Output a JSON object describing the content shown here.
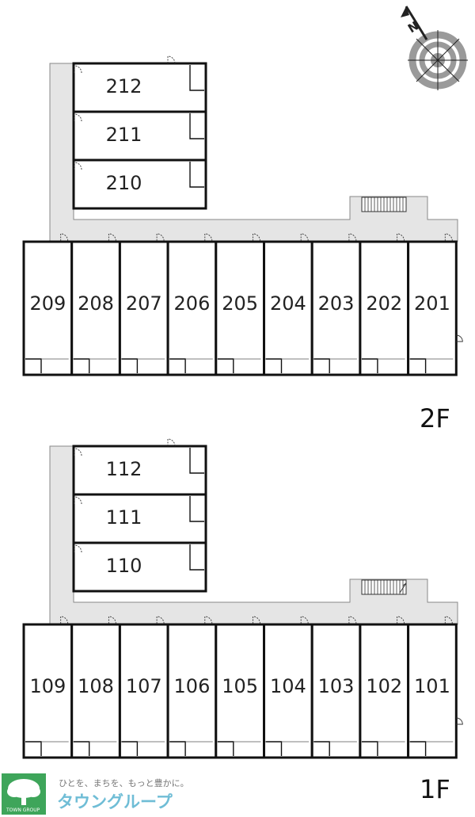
{
  "compass": {
    "north_label": "N"
  },
  "floors": [
    {
      "label": "2F",
      "upper_units": [
        "212",
        "211",
        "210"
      ],
      "lower_units": [
        "209",
        "208",
        "207",
        "206",
        "205",
        "204",
        "203",
        "202",
        "201"
      ]
    },
    {
      "label": "1F",
      "upper_units": [
        "112",
        "111",
        "110"
      ],
      "lower_units": [
        "109",
        "108",
        "107",
        "106",
        "105",
        "104",
        "103",
        "102",
        "101"
      ]
    }
  ],
  "logo": {
    "tagline": "ひとを、まちを、もっと豊かに。",
    "name": "タウングループ",
    "small": "TOWN GROUP"
  },
  "colors": {
    "corridor": "#e5e5e5",
    "wall": "#111111",
    "compass_gray": "#9a9a9a",
    "logo_green": "#3ea55a",
    "logo_blue": "#6fbdd6"
  }
}
